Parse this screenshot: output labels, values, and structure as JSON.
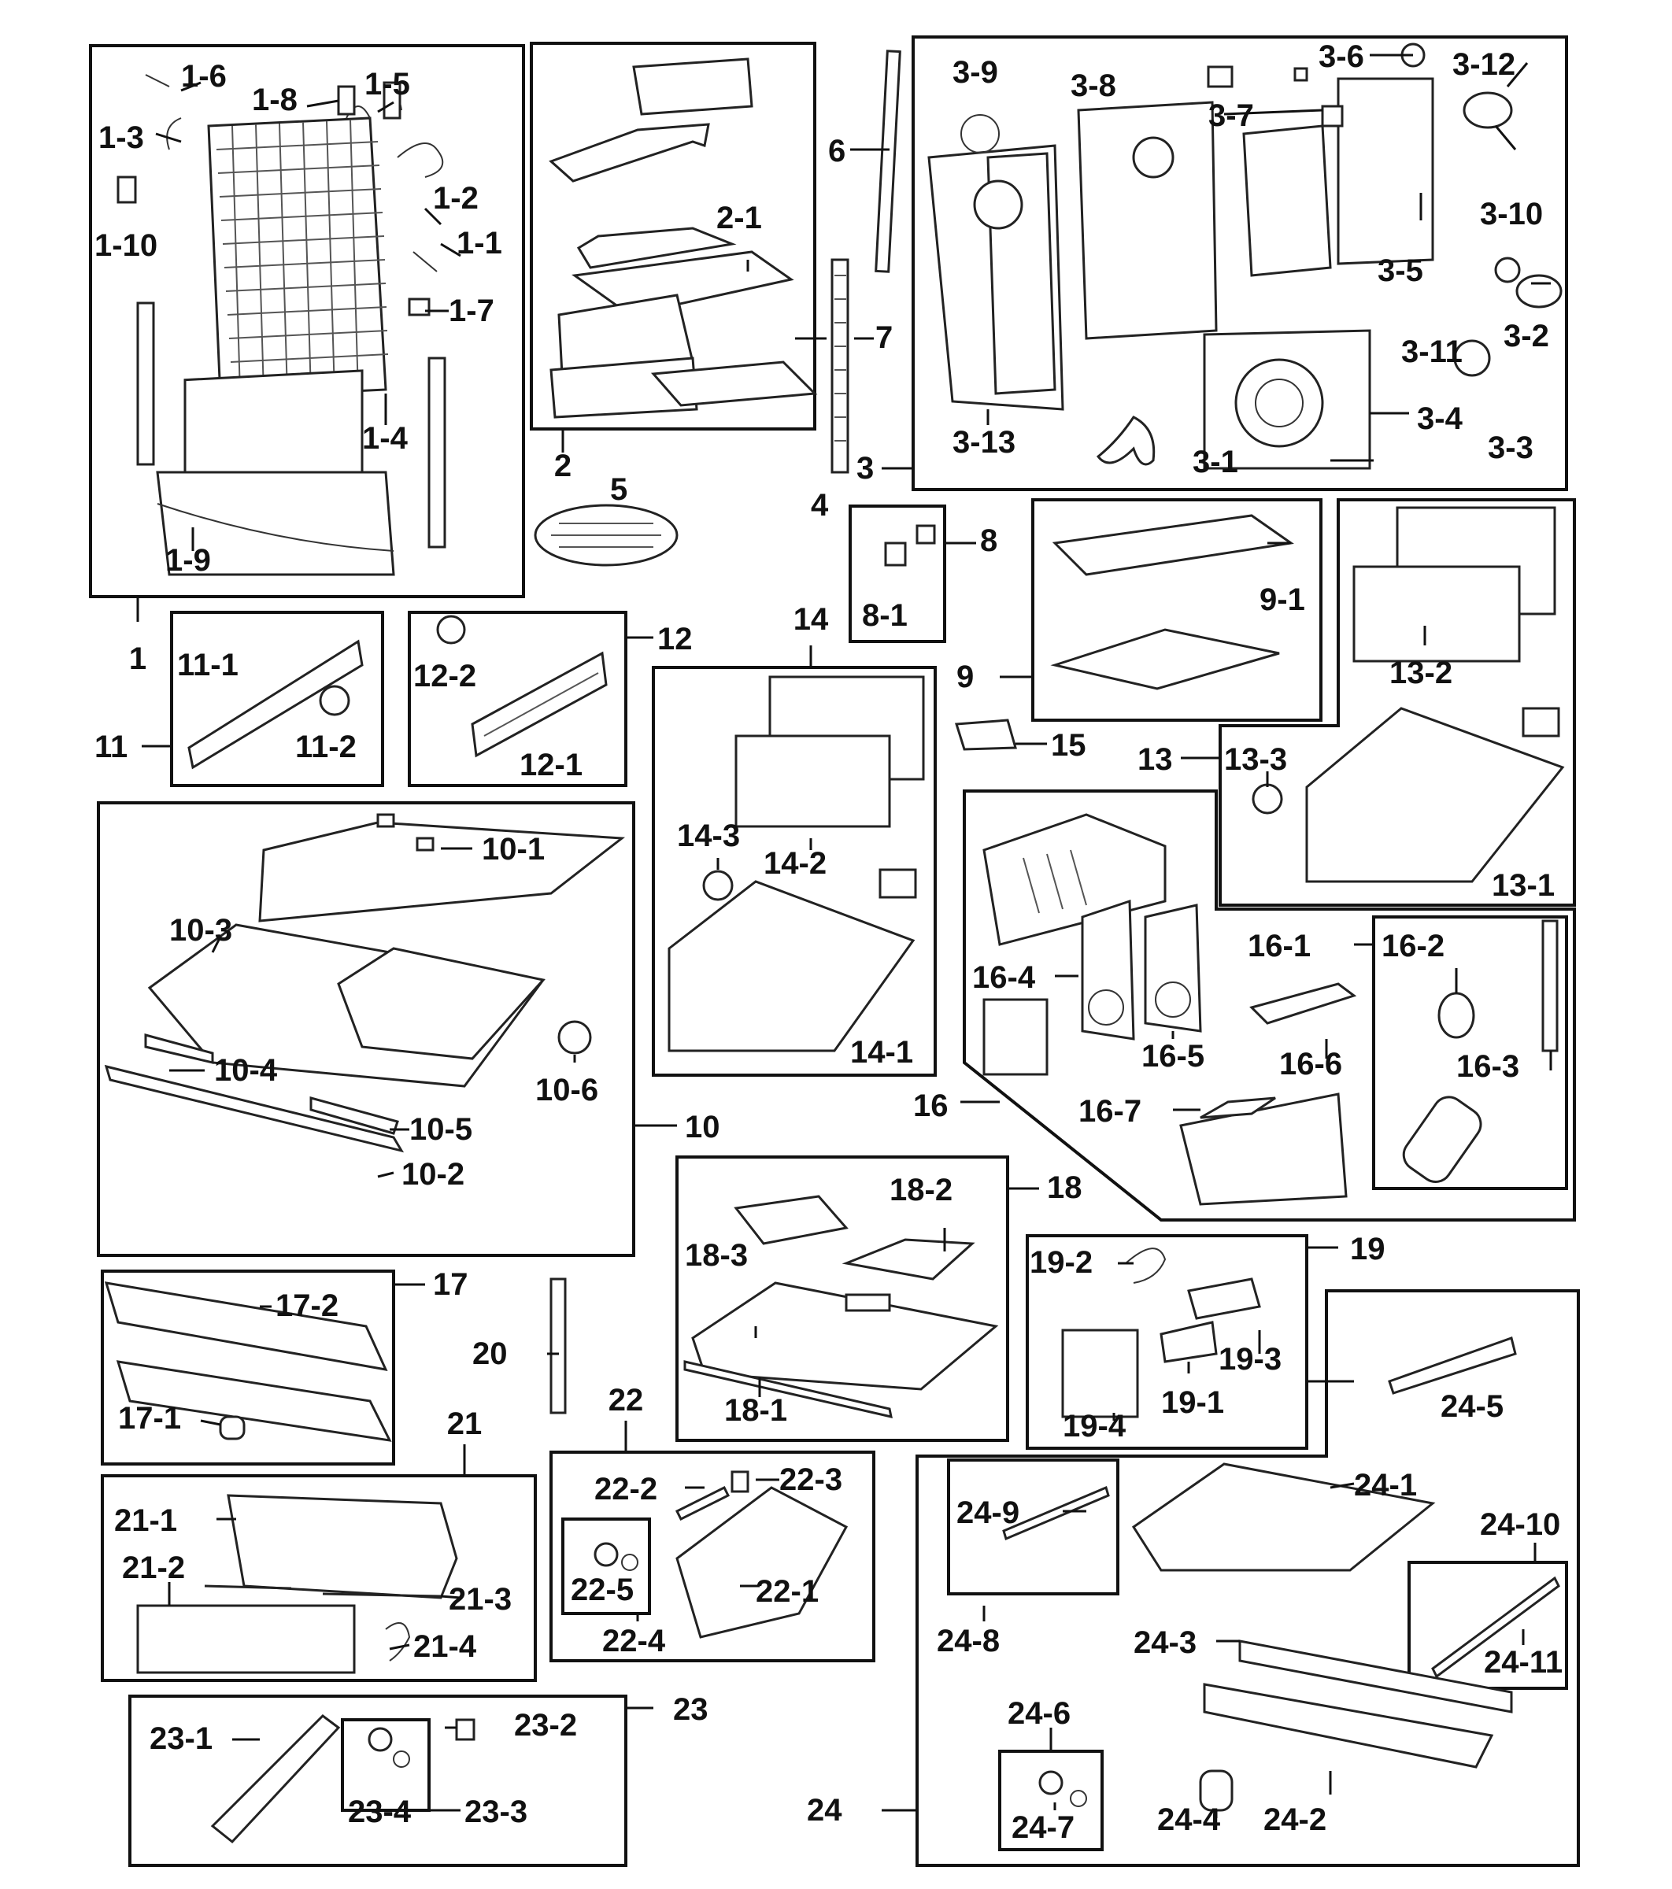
{
  "diagram": {
    "colors": {
      "ink": "#111111",
      "paper": "#ffffff"
    },
    "labels": {
      "g1": "1",
      "l1_1": "1-1",
      "l1_2": "1-2",
      "l1_3": "1-3",
      "l1_4": "1-4",
      "l1_5": "1-5",
      "l1_6": "1-6",
      "l1_7": "1-7",
      "l1_8": "1-8",
      "l1_9": "1-9",
      "l1_10": "1-10",
      "g2": "2",
      "l2_1": "2-1",
      "g3": "3",
      "l3_1": "3-1",
      "l3_2": "3-2",
      "l3_3": "3-3",
      "l3_4": "3-4",
      "l3_5": "3-5",
      "l3_6": "3-6",
      "l3_7": "3-7",
      "l3_8": "3-8",
      "l3_9": "3-9",
      "l3_10": "3-10",
      "l3_11": "3-11",
      "l3_12": "3-12",
      "l3_13": "3-13",
      "g4": "4",
      "g5": "5",
      "g6": "6",
      "g7": "7",
      "g8": "8",
      "l8_1": "8-1",
      "g9": "9",
      "l9_1": "9-1",
      "g10": "10",
      "l10_1": "10-1",
      "l10_2": "10-2",
      "l10_3": "10-3",
      "l10_4": "10-4",
      "l10_5": "10-5",
      "l10_6": "10-6",
      "g11": "11",
      "l11_1": "11-1",
      "l11_2": "11-2",
      "g12": "12",
      "l12_1": "12-1",
      "l12_2": "12-2",
      "g13": "13",
      "l13_1": "13-1",
      "l13_2": "13-2",
      "l13_3": "13-3",
      "g14": "14",
      "l14_1": "14-1",
      "l14_2": "14-2",
      "l14_3": "14-3",
      "g15": "15",
      "g16": "16",
      "l16_1": "16-1",
      "l16_2": "16-2",
      "l16_3": "16-3",
      "l16_4": "16-4",
      "l16_5": "16-5",
      "l16_6": "16-6",
      "l16_7": "16-7",
      "g17": "17",
      "l17_1": "17-1",
      "l17_2": "17-2",
      "g18": "18",
      "l18_1": "18-1",
      "l18_2": "18-2",
      "l18_3": "18-3",
      "g19": "19",
      "l19_1": "19-1",
      "l19_2": "19-2",
      "l19_3": "19-3",
      "l19_4": "19-4",
      "g20": "20",
      "g21": "21",
      "l21_1": "21-1",
      "l21_2": "21-2",
      "l21_3": "21-3",
      "l21_4": "21-4",
      "g22": "22",
      "l22_1": "22-1",
      "l22_2": "22-2",
      "l22_3": "22-3",
      "l22_4": "22-4",
      "l22_5": "22-5",
      "g23": "23",
      "l23_1": "23-1",
      "l23_2": "23-2",
      "l23_3": "23-3",
      "l23_4": "23-4",
      "g24": "24",
      "l24_1": "24-1",
      "l24_2": "24-2",
      "l24_3": "24-3",
      "l24_4": "24-4",
      "l24_5": "24-5",
      "l24_6": "24-6",
      "l24_7": "24-7",
      "l24_8": "24-8",
      "l24_9": "24-9",
      "l24_10": "24-10",
      "l24_11": "24-11"
    }
  }
}
